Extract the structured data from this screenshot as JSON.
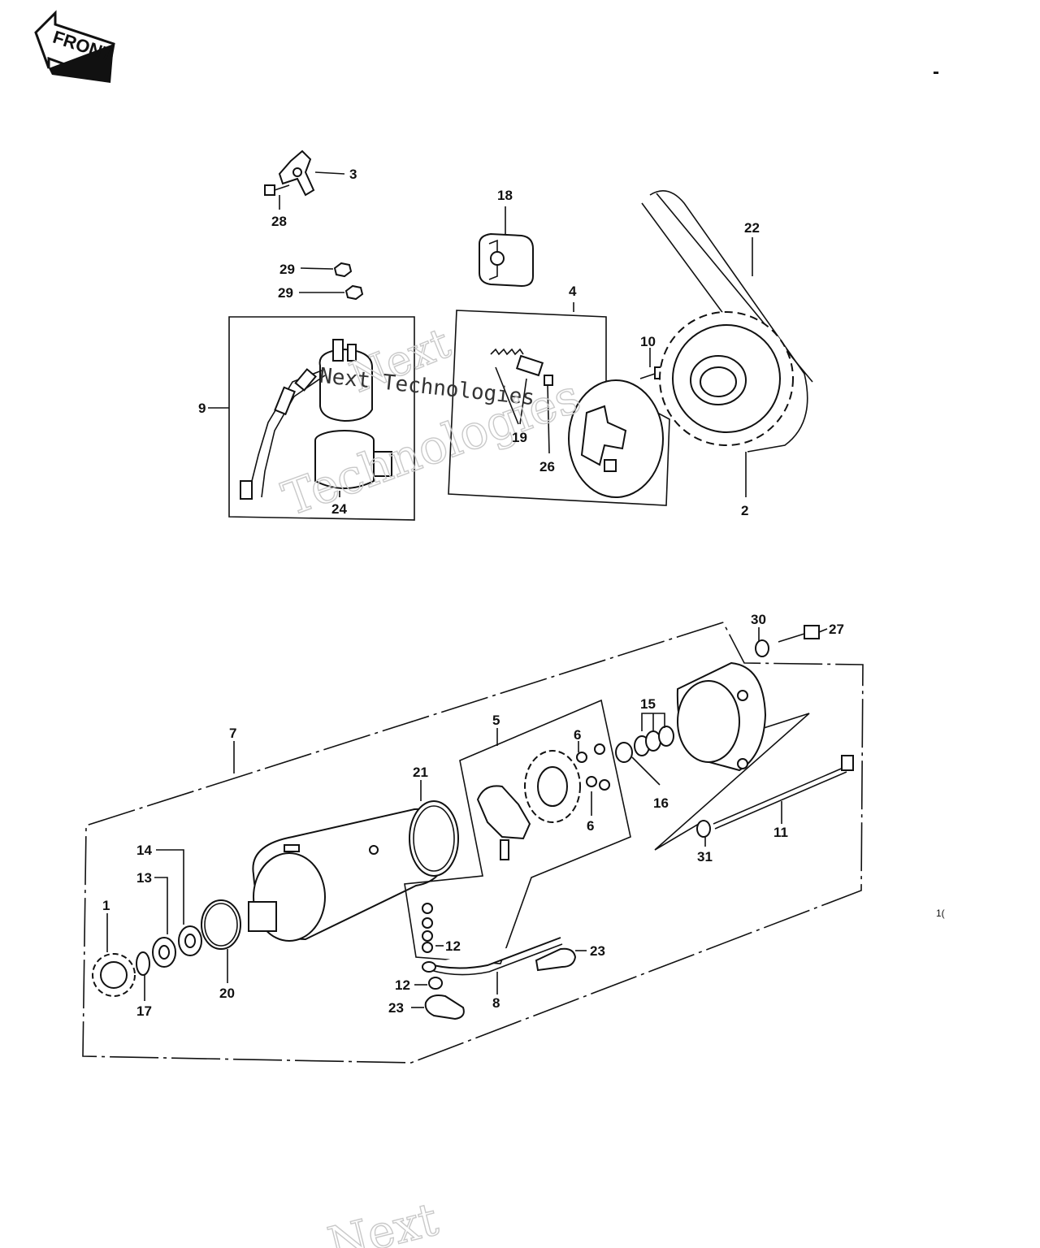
{
  "front_badge": {
    "label": "FRONT",
    "icon": "front-arrow-icon"
  },
  "corner_mark": "-",
  "edge_mark": "1(",
  "watermarks": [
    "Next",
    "Next Technologies",
    "Technologies",
    "Next"
  ],
  "callouts": {
    "c1": "1",
    "c2": "2",
    "c3": "3",
    "c4": "4",
    "c5": "5",
    "c6a": "6",
    "c6b": "6",
    "c7": "7",
    "c8": "8",
    "c9": "9",
    "c10": "10",
    "c11": "11",
    "c12a": "12",
    "c12b": "12",
    "c13": "13",
    "c14": "14",
    "c15": "15",
    "c16": "16",
    "c17": "17",
    "c18": "18",
    "c19": "19",
    "c20": "20",
    "c21": "21",
    "c22": "22",
    "c23a": "23",
    "c23b": "23",
    "c24": "24",
    "c26": "26",
    "c27": "27",
    "c28": "28",
    "c29a": "29",
    "c29b": "29",
    "c30": "30",
    "c31": "31"
  }
}
